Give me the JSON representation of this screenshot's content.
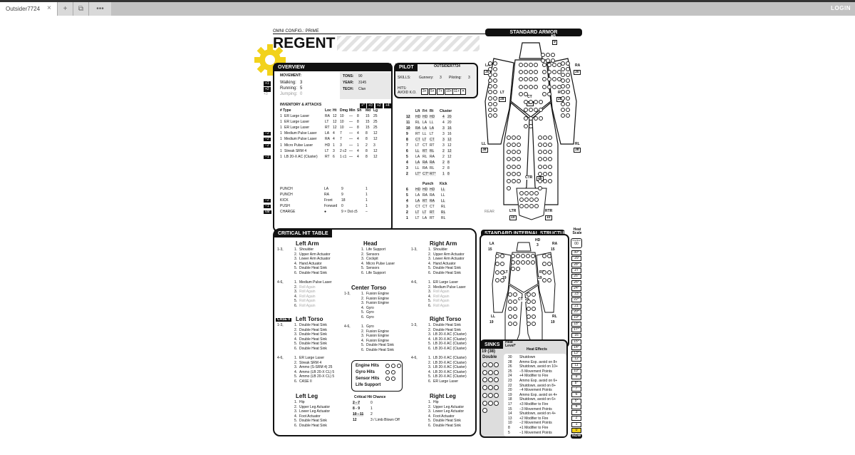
{
  "browser": {
    "tab_title": "Outsider7724",
    "close": "×",
    "btn_new": "+",
    "btn_link": "⧉",
    "btn_menu": "•••",
    "login": "LOGIN"
  },
  "sheet": {
    "omni_config": "OMNI CONFIG.: PRIME",
    "mech_name": "REGENT",
    "overview": {
      "title": "OVERVIEW",
      "movement_label": "MOVEMENT:",
      "walking_label": "Walking:",
      "walking": "3",
      "running_label": "Running:",
      "running": "5",
      "jumping_label": "Jumping:",
      "jumping": "0",
      "tons_label": "TONS:",
      "tons": "90",
      "year_label": "YEAR:",
      "year": "3145",
      "tech_label": "TECH:",
      "tech": "Clan",
      "mods": [
        "+1",
        "+2",
        "+3"
      ]
    },
    "pilot": {
      "title": "PILOT",
      "name": "OUTSIDER7724",
      "skills_label": "SKILLS:",
      "gunnery_label": "Gunnery:",
      "gunnery": "3",
      "piloting_label": "Piloting:",
      "piloting": "3",
      "hits_label": "HITS:",
      "avoid_label": "AVOID K.O.",
      "hits": [
        "3+",
        "5+",
        "7+",
        "10+",
        "11+",
        "✕"
      ]
    },
    "inventory": {
      "title": "INVENTORY & ATTACKS",
      "range_mods": [
        "+*",
        "+0",
        "+2",
        "+4"
      ],
      "columns": [
        "# Type",
        "Loc",
        "Ht",
        "Dmg",
        "Min",
        "Sh",
        "Md",
        "Lg"
      ],
      "rows": [
        {
          "mod": "",
          "qty": "1",
          "name": "ER Large Laser",
          "loc": "RA",
          "ht": "12",
          "dmg": "10",
          "min": "—",
          "sh": "8",
          "md": "15",
          "lg": "25"
        },
        {
          "mod": "",
          "qty": "1",
          "name": "ER Large Laser",
          "loc": "LT",
          "ht": "12",
          "dmg": "10",
          "min": "—",
          "sh": "8",
          "md": "15",
          "lg": "25"
        },
        {
          "mod": "",
          "qty": "1",
          "name": "ER Large Laser",
          "loc": "RT",
          "ht": "12",
          "dmg": "10",
          "min": "—",
          "sh": "8",
          "md": "15",
          "lg": "25"
        },
        {
          "mod": "−2",
          "qty": "1",
          "name": "Medium Pulse Laser",
          "loc": "LA",
          "ht": "4",
          "dmg": "7",
          "min": "—",
          "sh": "4",
          "md": "8",
          "lg": "12"
        },
        {
          "mod": "−2",
          "qty": "1",
          "name": "Medium Pulse Laser",
          "loc": "RA",
          "ht": "4",
          "dmg": "7",
          "min": "—",
          "sh": "4",
          "md": "8",
          "lg": "12"
        },
        {
          "mod": "−2",
          "qty": "1",
          "name": "Micro Pulse Laser",
          "loc": "HD",
          "ht": "1",
          "dmg": "3",
          "min": "—",
          "sh": "1",
          "md": "2",
          "lg": "3"
        },
        {
          "mod": "",
          "qty": "1",
          "name": "Streak SRM 4",
          "loc": "LT",
          "ht": "3",
          "dmg": "2 c2",
          "min": "—",
          "sh": "4",
          "md": "8",
          "lg": "12"
        },
        {
          "mod": "−1",
          "qty": "1",
          "name": "LB 20-X AC (Cluster)",
          "loc": "RT",
          "ht": "6",
          "dmg": "1 c1",
          "min": "—",
          "sh": "4",
          "md": "8",
          "lg": "12"
        }
      ],
      "physical": [
        {
          "mod": "",
          "name": "PUNCH",
          "loc": "LA",
          "dmg": "9",
          "mv": "1"
        },
        {
          "mod": "",
          "name": "PUNCH",
          "loc": "RA",
          "dmg": "9",
          "mv": "1"
        },
        {
          "mod": "−2",
          "name": "KICK",
          "loc": "Front",
          "dmg": "18",
          "mv": "1"
        },
        {
          "mod": "−1",
          "name": "PUSH",
          "loc": "Forward",
          "dmg": "0",
          "mv": "1"
        },
        {
          "mod": "var",
          "name": "CHARGE",
          "loc": "●",
          "dmg": "9 × Dst c5",
          "mv": "–"
        }
      ]
    },
    "cluster": {
      "headers": [
        "",
        "Lft",
        "Frt",
        "Rt",
        "Cluster"
      ],
      "rows": [
        [
          "12",
          "HD",
          "HD",
          "HD",
          "4",
          "20"
        ],
        [
          "11",
          "RL",
          "LA",
          "LL",
          "4",
          "20"
        ],
        [
          "10",
          "RA",
          "LA",
          "LA",
          "3",
          "16"
        ],
        [
          "9",
          "RT",
          "LL",
          "LT",
          "3",
          "16"
        ],
        [
          "8",
          "CT",
          "LT",
          "CT",
          "3",
          "12"
        ],
        [
          "7",
          "LT",
          "CT",
          "RT",
          "3",
          "12"
        ],
        [
          "6",
          "LL",
          "RT",
          "RL",
          "2",
          "12"
        ],
        [
          "5",
          "LA",
          "RL",
          "RA",
          "2",
          "12"
        ],
        [
          "4",
          "LA",
          "RA",
          "RA",
          "2",
          "8"
        ],
        [
          "3",
          "LL",
          "RA",
          "RL",
          "2",
          "8"
        ],
        [
          "2",
          "LT*",
          "CT*",
          "RT*",
          "1",
          "8"
        ]
      ],
      "phys_headers": [
        "Punch",
        "Kick"
      ],
      "phys_rows": [
        [
          "6",
          "HD",
          "HD",
          "HD",
          "LL"
        ],
        [
          "5",
          "LA",
          "RA",
          "RA",
          "LL"
        ],
        [
          "4",
          "LA",
          "RT",
          "RA",
          "LL"
        ],
        [
          "3",
          "CT",
          "CT",
          "CT",
          "RL"
        ],
        [
          "2",
          "LT",
          "LT",
          "RT",
          "RL"
        ],
        [
          "1",
          "LT",
          "LA",
          "RT",
          "RL"
        ]
      ]
    },
    "armor": {
      "title": "STANDARD ARMOR",
      "hd": "HD",
      "hd_val": "9",
      "la": "LA",
      "la_val": "30",
      "ra": "RA",
      "ra_val": "30",
      "lt": "LT",
      "lt_val": "28",
      "rt": "RT",
      "rt_val": "28",
      "ct": "CT",
      "ct_val": "42",
      "ll": "LL",
      "ll_val": "38",
      "rl": "RL",
      "rl_val": "38",
      "rear": "REAR",
      "ctr": "CTR",
      "ctr_val": "16",
      "ltr": "LTR",
      "ltr_val": "10",
      "rtr": "RTR",
      "rtr_val": "10"
    },
    "internal": {
      "title": "STANDARD INTERNAL STRUCTURE",
      "hd": "HD",
      "hd_val": "3",
      "la": "LA",
      "la_val": "15",
      "ra": "RA",
      "ra_val": "15",
      "lt": "LT",
      "lt_val": "19",
      "rt": "RT",
      "rt_val": "19",
      "ct": "CT",
      "ct_val": "29",
      "ll": "LL",
      "ll_val": "19",
      "rl": "RL",
      "rl_val": "19"
    },
    "heat_scale": {
      "title": "Heat Scale",
      "over": "Overflow",
      "over_val": "00",
      "values": [
        "30*",
        "29",
        "28*",
        "27",
        "26*",
        "25*",
        "24*",
        "23",
        "22*",
        "21",
        "20*",
        "19*",
        "18*",
        "17*",
        "16",
        "15*",
        "14*",
        "13*",
        "12",
        "11",
        "10*",
        "9",
        "8*",
        "7",
        "6",
        "5*",
        "4",
        "3",
        "2",
        "1",
        "0"
      ],
      "now": "NOW"
    },
    "sinks": {
      "title": "SINKS",
      "count": "19 (38)",
      "type": "Double"
    },
    "heat_effects": {
      "level_label": "Heat Level*",
      "effects_label": "Heat Effects",
      "rows": [
        [
          "30",
          "Shutdown"
        ],
        [
          "28",
          "Ammo Exp. avoid on 8+"
        ],
        [
          "26",
          "Shutdown, avoid on 10+"
        ],
        [
          "25",
          "−5 Movement Points"
        ],
        [
          "24",
          "+4 Modifier to Fire"
        ],
        [
          "23",
          "Ammo Exp. avoid on 6+"
        ],
        [
          "22",
          "Shutdown, avoid on 8+"
        ],
        [
          "20",
          "−4 Movement Points"
        ],
        [
          "19",
          "Ammo Exp. avoid on 4+"
        ],
        [
          "18",
          "Shutdown, avoid on 6+"
        ],
        [
          "17",
          "+3 Modifier to Fire"
        ],
        [
          "15",
          "−3 Movement Points"
        ],
        [
          "14",
          "Shutdown, avoid on 4+"
        ],
        [
          "13",
          "+2 Modifier to Fire"
        ],
        [
          "10",
          "−2 Movement Points"
        ],
        [
          "8",
          "+1 Modifier to Fire"
        ],
        [
          "5",
          "−1 Movement Points"
        ]
      ]
    },
    "crit": {
      "title": "CRITICAL HIT TABLE",
      "left_arm": {
        "title": "Left Arm",
        "g1": [
          "Shoulder",
          "Upper Arm Actuator",
          "Lower Arm Actuator",
          "Hand Actuator",
          "Double Heat Sink",
          "Double Heat Sink"
        ],
        "g2": [
          "Medium Pulse Laser",
          "Roll Again",
          "Roll Again",
          "Roll Again",
          "Roll Again",
          "Roll Again"
        ]
      },
      "head": {
        "title": "Head",
        "g1": [
          "Life Support",
          "Sensors",
          "Cockpit",
          "Micro Pulse Laser",
          "Sensors",
          "Life Support"
        ]
      },
      "right_arm": {
        "title": "Right Arm",
        "g1": [
          "Shoulder",
          "Upper Arm Actuator",
          "Lower Arm Actuator",
          "Hand Actuator",
          "Double Heat Sink",
          "Double Heat Sink"
        ],
        "g2": [
          "ER Large Laser",
          "Medium Pulse Laser",
          "Roll Again",
          "Roll Again",
          "Roll Again",
          "Roll Again"
        ]
      },
      "center_torso": {
        "title": "Center Torso",
        "g1": [
          "Fusion Engine",
          "Fusion Engine",
          "Fusion Engine",
          "Gyro",
          "Gyro",
          "Gyro"
        ],
        "g2": [
          "Gyro",
          "Fusion Engine",
          "Fusion Engine",
          "Fusion Engine",
          "Double Heat Sink",
          "Double Heat Sink"
        ]
      },
      "left_torso": {
        "title": "Left Torso",
        "case": "CASE II",
        "g1": [
          "Double Heat Sink",
          "Double Heat Sink",
          "Double Heat Sink",
          "Double Heat Sink",
          "Double Heat Sink",
          "Double Heat Sink"
        ],
        "g2": [
          "ER Large Laser",
          "Streak SRM 4",
          "Ammo (S-SRM 4) 25",
          "Ammo (LB 20-X CL) 5",
          "Ammo (LB 20-X CL) 5",
          "CASE II"
        ]
      },
      "right_torso": {
        "title": "Right Torso",
        "g1": [
          "Double Heat Sink",
          "Double Heat Sink",
          "LB 20-X AC (Cluster)",
          "LB 20-X AC (Cluster)",
          "LB 20-X AC (Cluster)",
          "LB 20-X AC (Cluster)"
        ],
        "g2": [
          "LB 20-X AC (Cluster)",
          "LB 20-X AC (Cluster)",
          "LB 20-X AC (Cluster)",
          "LB 20-X AC (Cluster)",
          "LB 20-X AC (Cluster)",
          "ER Large Laser"
        ]
      },
      "left_leg": {
        "title": "Left Leg",
        "g1": [
          "Hip",
          "Upper Leg Actuator",
          "Lower Leg Actuator",
          "Foot Actuator",
          "Double Heat Sink",
          "Double Heat Sink"
        ]
      },
      "right_leg": {
        "title": "Right Leg",
        "g1": [
          "Hip",
          "Upper Leg Actuator",
          "Lower Leg Actuator",
          "Foot Actuator",
          "Double Heat Sink",
          "Double Heat Sink"
        ]
      },
      "hits": {
        "engine": "Engine Hits",
        "gyro": "Gyro Hits",
        "sensor": "Sensor Hits",
        "life": "Life Support"
      },
      "chance": {
        "title": "Critical Hit Chance",
        "rows": [
          [
            "2 - 7",
            "0"
          ],
          [
            "8 - 9",
            "1"
          ],
          [
            "10 - 11",
            "2"
          ],
          [
            "12",
            "3 / Limb Blown Off"
          ]
        ]
      },
      "range_13": "1-3,",
      "range_46": "4-6,"
    }
  }
}
